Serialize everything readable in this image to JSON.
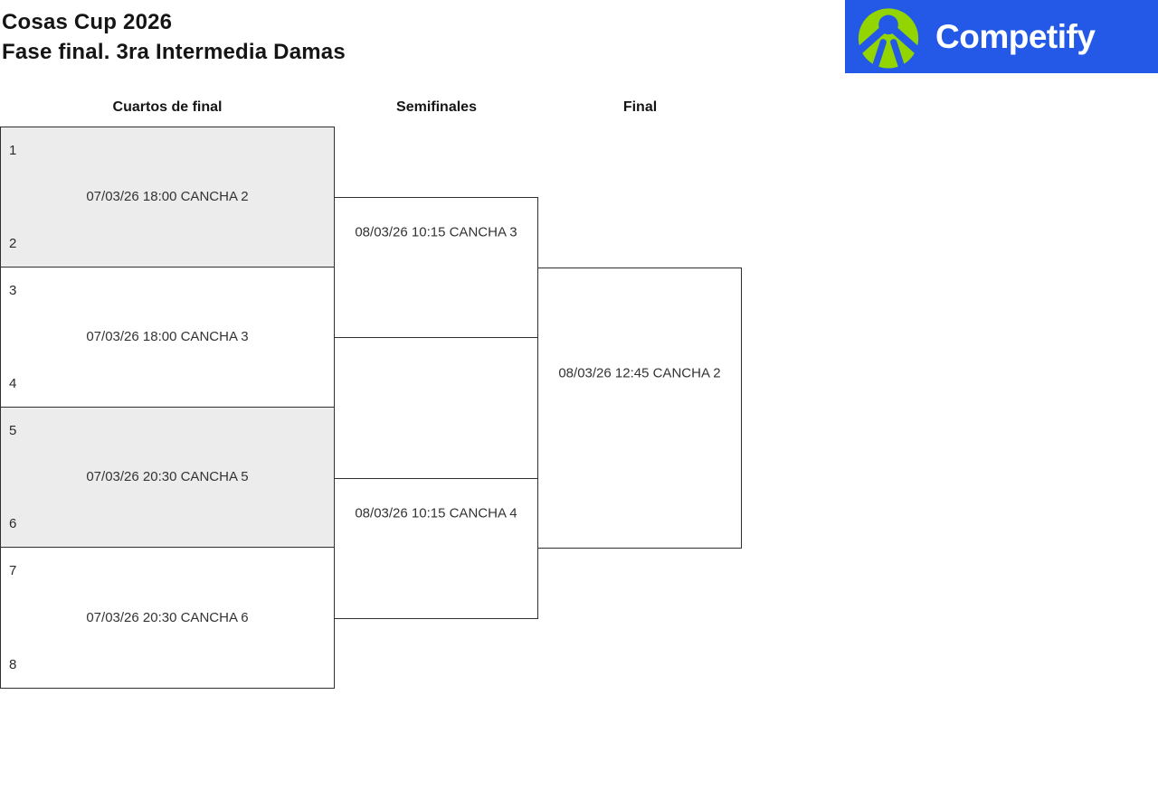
{
  "header": {
    "title_line1": "Cosas Cup 2026",
    "title_line2": "Fase final. 3ra Intermedia Damas",
    "logo_text": "Competify"
  },
  "rounds": [
    {
      "label": "Cuartos de final"
    },
    {
      "label": "Semifinales"
    },
    {
      "label": "Final"
    }
  ],
  "bracket": {
    "quarterfinals": [
      {
        "seed_top": "1",
        "seed_bottom": "2",
        "match_label": "07/03/26 18:00 CANCHA 2"
      },
      {
        "seed_top": "3",
        "seed_bottom": "4",
        "match_label": "07/03/26 18:00 CANCHA 3"
      },
      {
        "seed_top": "5",
        "seed_bottom": "6",
        "match_label": "07/03/26 20:30 CANCHA 5"
      },
      {
        "seed_top": "7",
        "seed_bottom": "8",
        "match_label": "07/03/26 20:30 CANCHA 6"
      }
    ],
    "semifinals": [
      {
        "match_label": "08/03/26 10:15 CANCHA 3"
      },
      {
        "match_label": "08/03/26 10:15 CANCHA 4"
      }
    ],
    "final": [
      {
        "match_label": "08/03/26 12:45 CANCHA 2"
      }
    ]
  },
  "colors": {
    "logo_background": "#2359e6",
    "logo_green": "#93d500",
    "shaded_match_background": "#ececec",
    "box_border": "#2f2f2f",
    "title_text": "#151515",
    "match_text": "#333333"
  }
}
